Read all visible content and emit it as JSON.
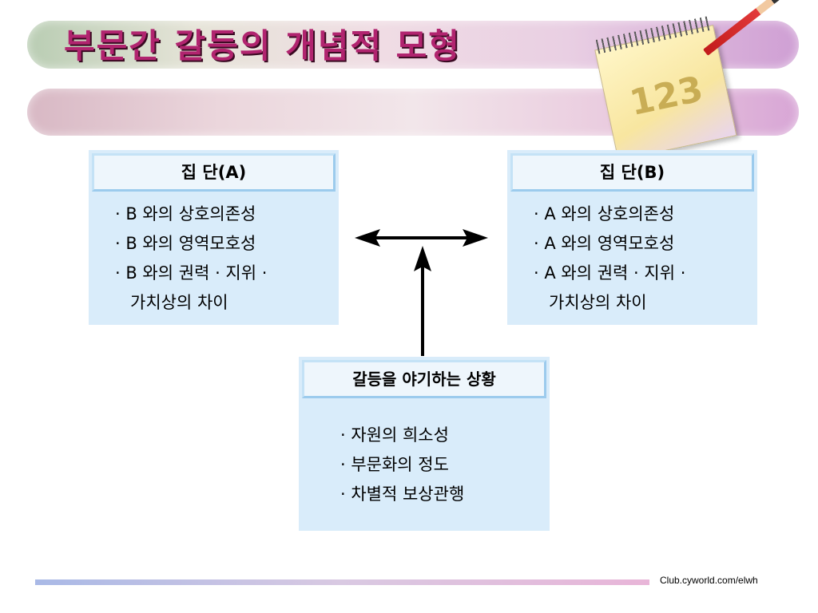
{
  "title": "부문간 갈등의 개념적 모형",
  "decoration": {
    "notepad_digits": "123"
  },
  "group_a": {
    "header": "집   단(A)",
    "items": [
      "· B 와의  상호의존성",
      "· B 와의  영역모호성",
      "· B 와의  권력 · 지위 ·",
      "가치상의  차이"
    ]
  },
  "group_b": {
    "header": "집   단(B)",
    "items": [
      "· A 와의  상호의존성",
      "· A 와의  영역모호성",
      "· A 와의  권력 · 지위 ·",
      "가치상의  차이"
    ]
  },
  "conflict": {
    "header": "갈등을  야기하는  상황",
    "items": [
      "· 자원의  희소성",
      "· 부문화의  정도",
      "· 차별적  보상관행"
    ]
  },
  "footer": "Club.cyworld.com/elwh",
  "colors": {
    "title": "#b1246f",
    "box_fill": "#d9ecfa",
    "box_border": "#9ccbed",
    "arrow": "#000000"
  }
}
